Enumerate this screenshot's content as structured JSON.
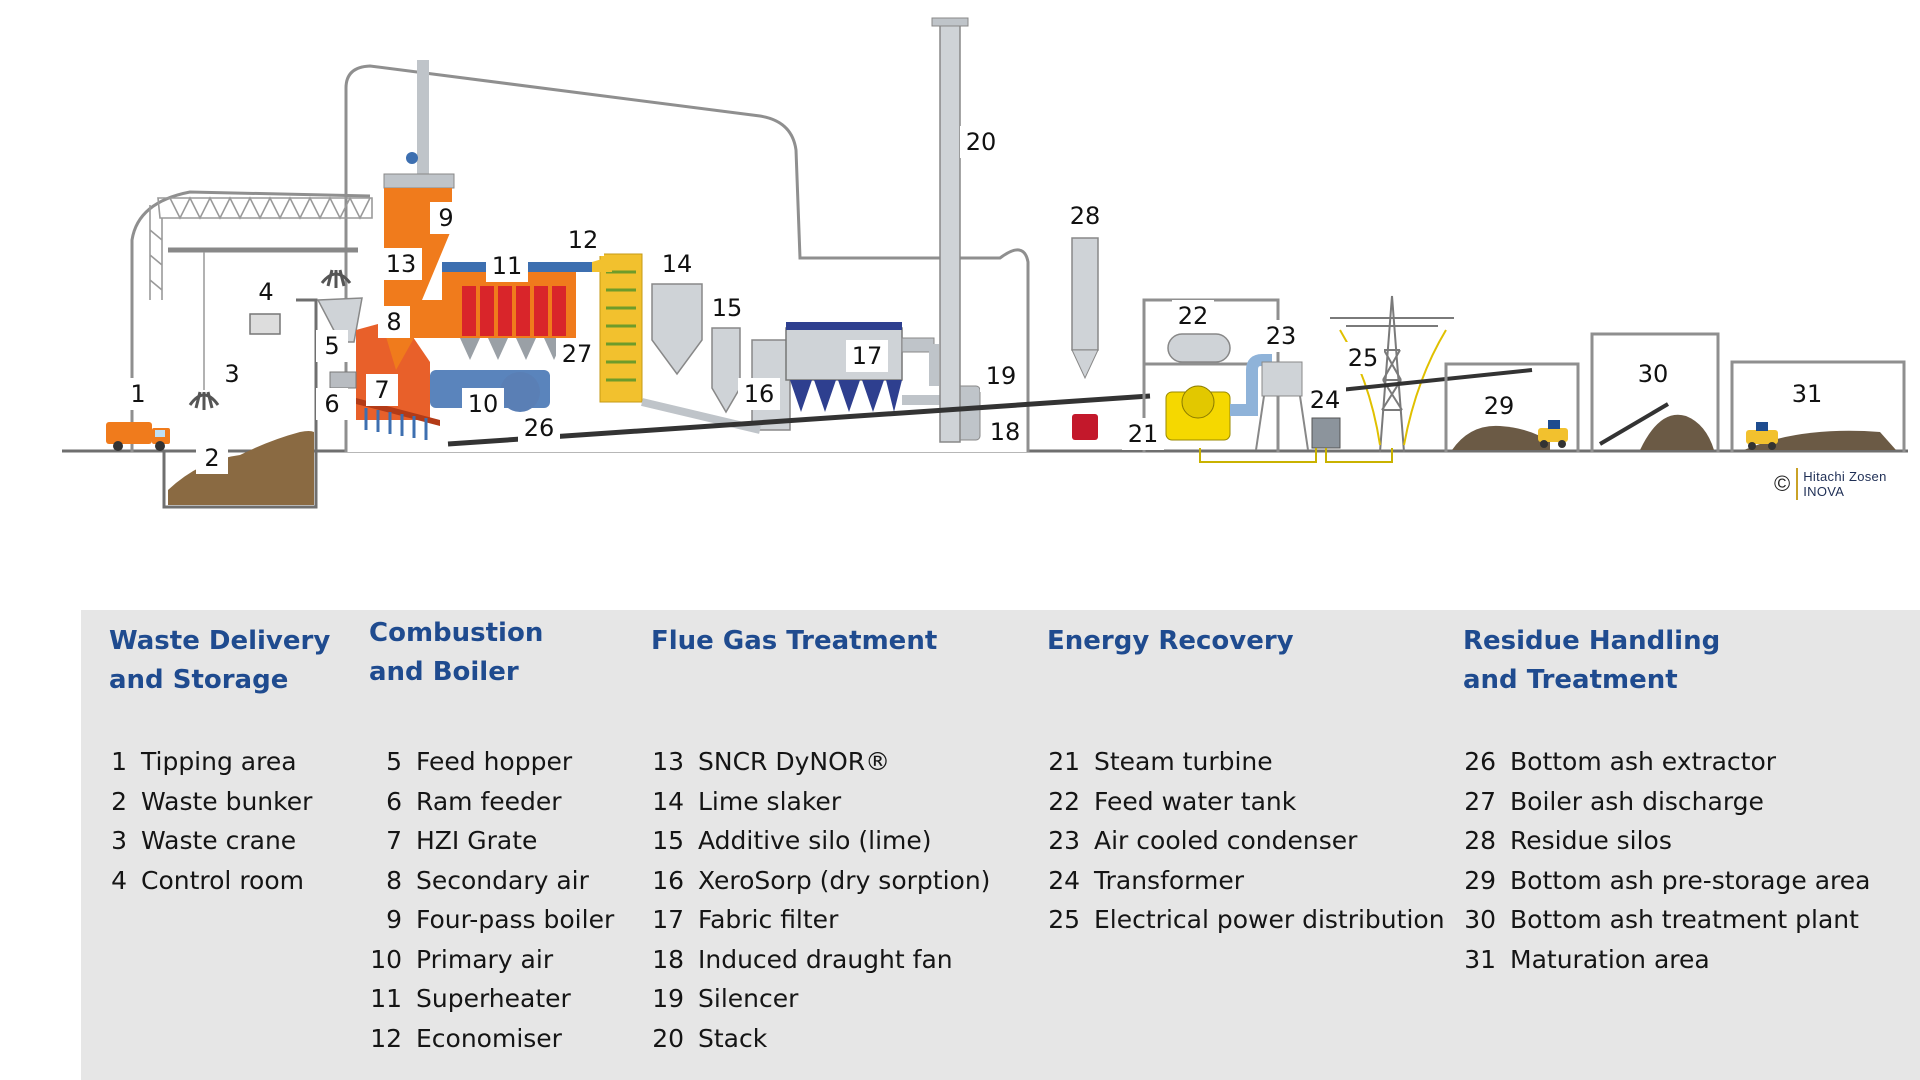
{
  "diagram": {
    "labels": [
      "1",
      "2",
      "3",
      "4",
      "5",
      "6",
      "7",
      "8",
      "9",
      "10",
      "11",
      "12",
      "13",
      "14",
      "15",
      "16",
      "17",
      "18",
      "19",
      "20",
      "21",
      "22",
      "23",
      "24",
      "25",
      "26",
      "27",
      "28",
      "29",
      "30",
      "31"
    ],
    "copyright": {
      "symbol": "©",
      "line1": "Hitachi Zosen",
      "line2": "INOVA"
    },
    "colors": {
      "building_outline": "#8a8a8a",
      "boiler_orange": "#f07b1c",
      "furnace_orange": "#e8602a",
      "superheater_red": "#d9252a",
      "duct_blue": "#3d6fb0",
      "economiser_yellow": "#f2c12e",
      "filter_blue": "#2e3f8f",
      "steel_gray": "#bfc4c9",
      "turbine_yellow": "#f5d800",
      "ash_brown": "#6b5a45",
      "legend_bg": "#e6e6e6",
      "heading_blue": "#1f4b8f"
    }
  },
  "legend": {
    "columns": [
      {
        "heading_lines": [
          "Waste Delivery",
          "and Storage"
        ],
        "items": [
          {
            "n": "1",
            "label": "Tipping area"
          },
          {
            "n": "2",
            "label": "Waste bunker"
          },
          {
            "n": "3",
            "label": "Waste crane"
          },
          {
            "n": "4",
            "label": "Control room"
          }
        ]
      },
      {
        "heading_lines": [
          "Combustion",
          "and Boiler"
        ],
        "items": [
          {
            "n": "5",
            "label": "Feed hopper"
          },
          {
            "n": "6",
            "label": "Ram feeder"
          },
          {
            "n": "7",
            "label": "HZI Grate"
          },
          {
            "n": "8",
            "label": "Secondary air"
          },
          {
            "n": "9",
            "label": "Four-pass boiler"
          },
          {
            "n": "10",
            "label": "Primary air"
          },
          {
            "n": "11",
            "label": "Superheater"
          },
          {
            "n": "12",
            "label": "Economiser"
          }
        ]
      },
      {
        "heading_lines": [
          "Flue Gas Treatment"
        ],
        "items": [
          {
            "n": "13",
            "label": "SNCR DyNOR®"
          },
          {
            "n": "14",
            "label": "Lime slaker"
          },
          {
            "n": "15",
            "label": "Additive silo (lime)"
          },
          {
            "n": "16",
            "label": "XeroSorp (dry sorption)"
          },
          {
            "n": "17",
            "label": "Fabric filter"
          },
          {
            "n": "18",
            "label": "Induced draught fan"
          },
          {
            "n": "19",
            "label": "Silencer"
          },
          {
            "n": "20",
            "label": "Stack"
          }
        ]
      },
      {
        "heading_lines": [
          "Energy Recovery"
        ],
        "items": [
          {
            "n": "21",
            "label": "Steam turbine"
          },
          {
            "n": "22",
            "label": "Feed water tank"
          },
          {
            "n": "23",
            "label": "Air cooled condenser"
          },
          {
            "n": "24",
            "label": "Transformer"
          },
          {
            "n": "25",
            "label": "Electrical power distribution"
          }
        ]
      },
      {
        "heading_lines": [
          "Residue Handling",
          "and Treatment"
        ],
        "items": [
          {
            "n": "26",
            "label": "Bottom ash extractor"
          },
          {
            "n": "27",
            "label": "Boiler ash discharge"
          },
          {
            "n": "28",
            "label": "Residue silos"
          },
          {
            "n": "29",
            "label": "Bottom ash pre-storage area"
          },
          {
            "n": "30",
            "label": "Bottom ash treatment plant"
          },
          {
            "n": "31",
            "label": "Maturation area"
          }
        ]
      }
    ]
  }
}
